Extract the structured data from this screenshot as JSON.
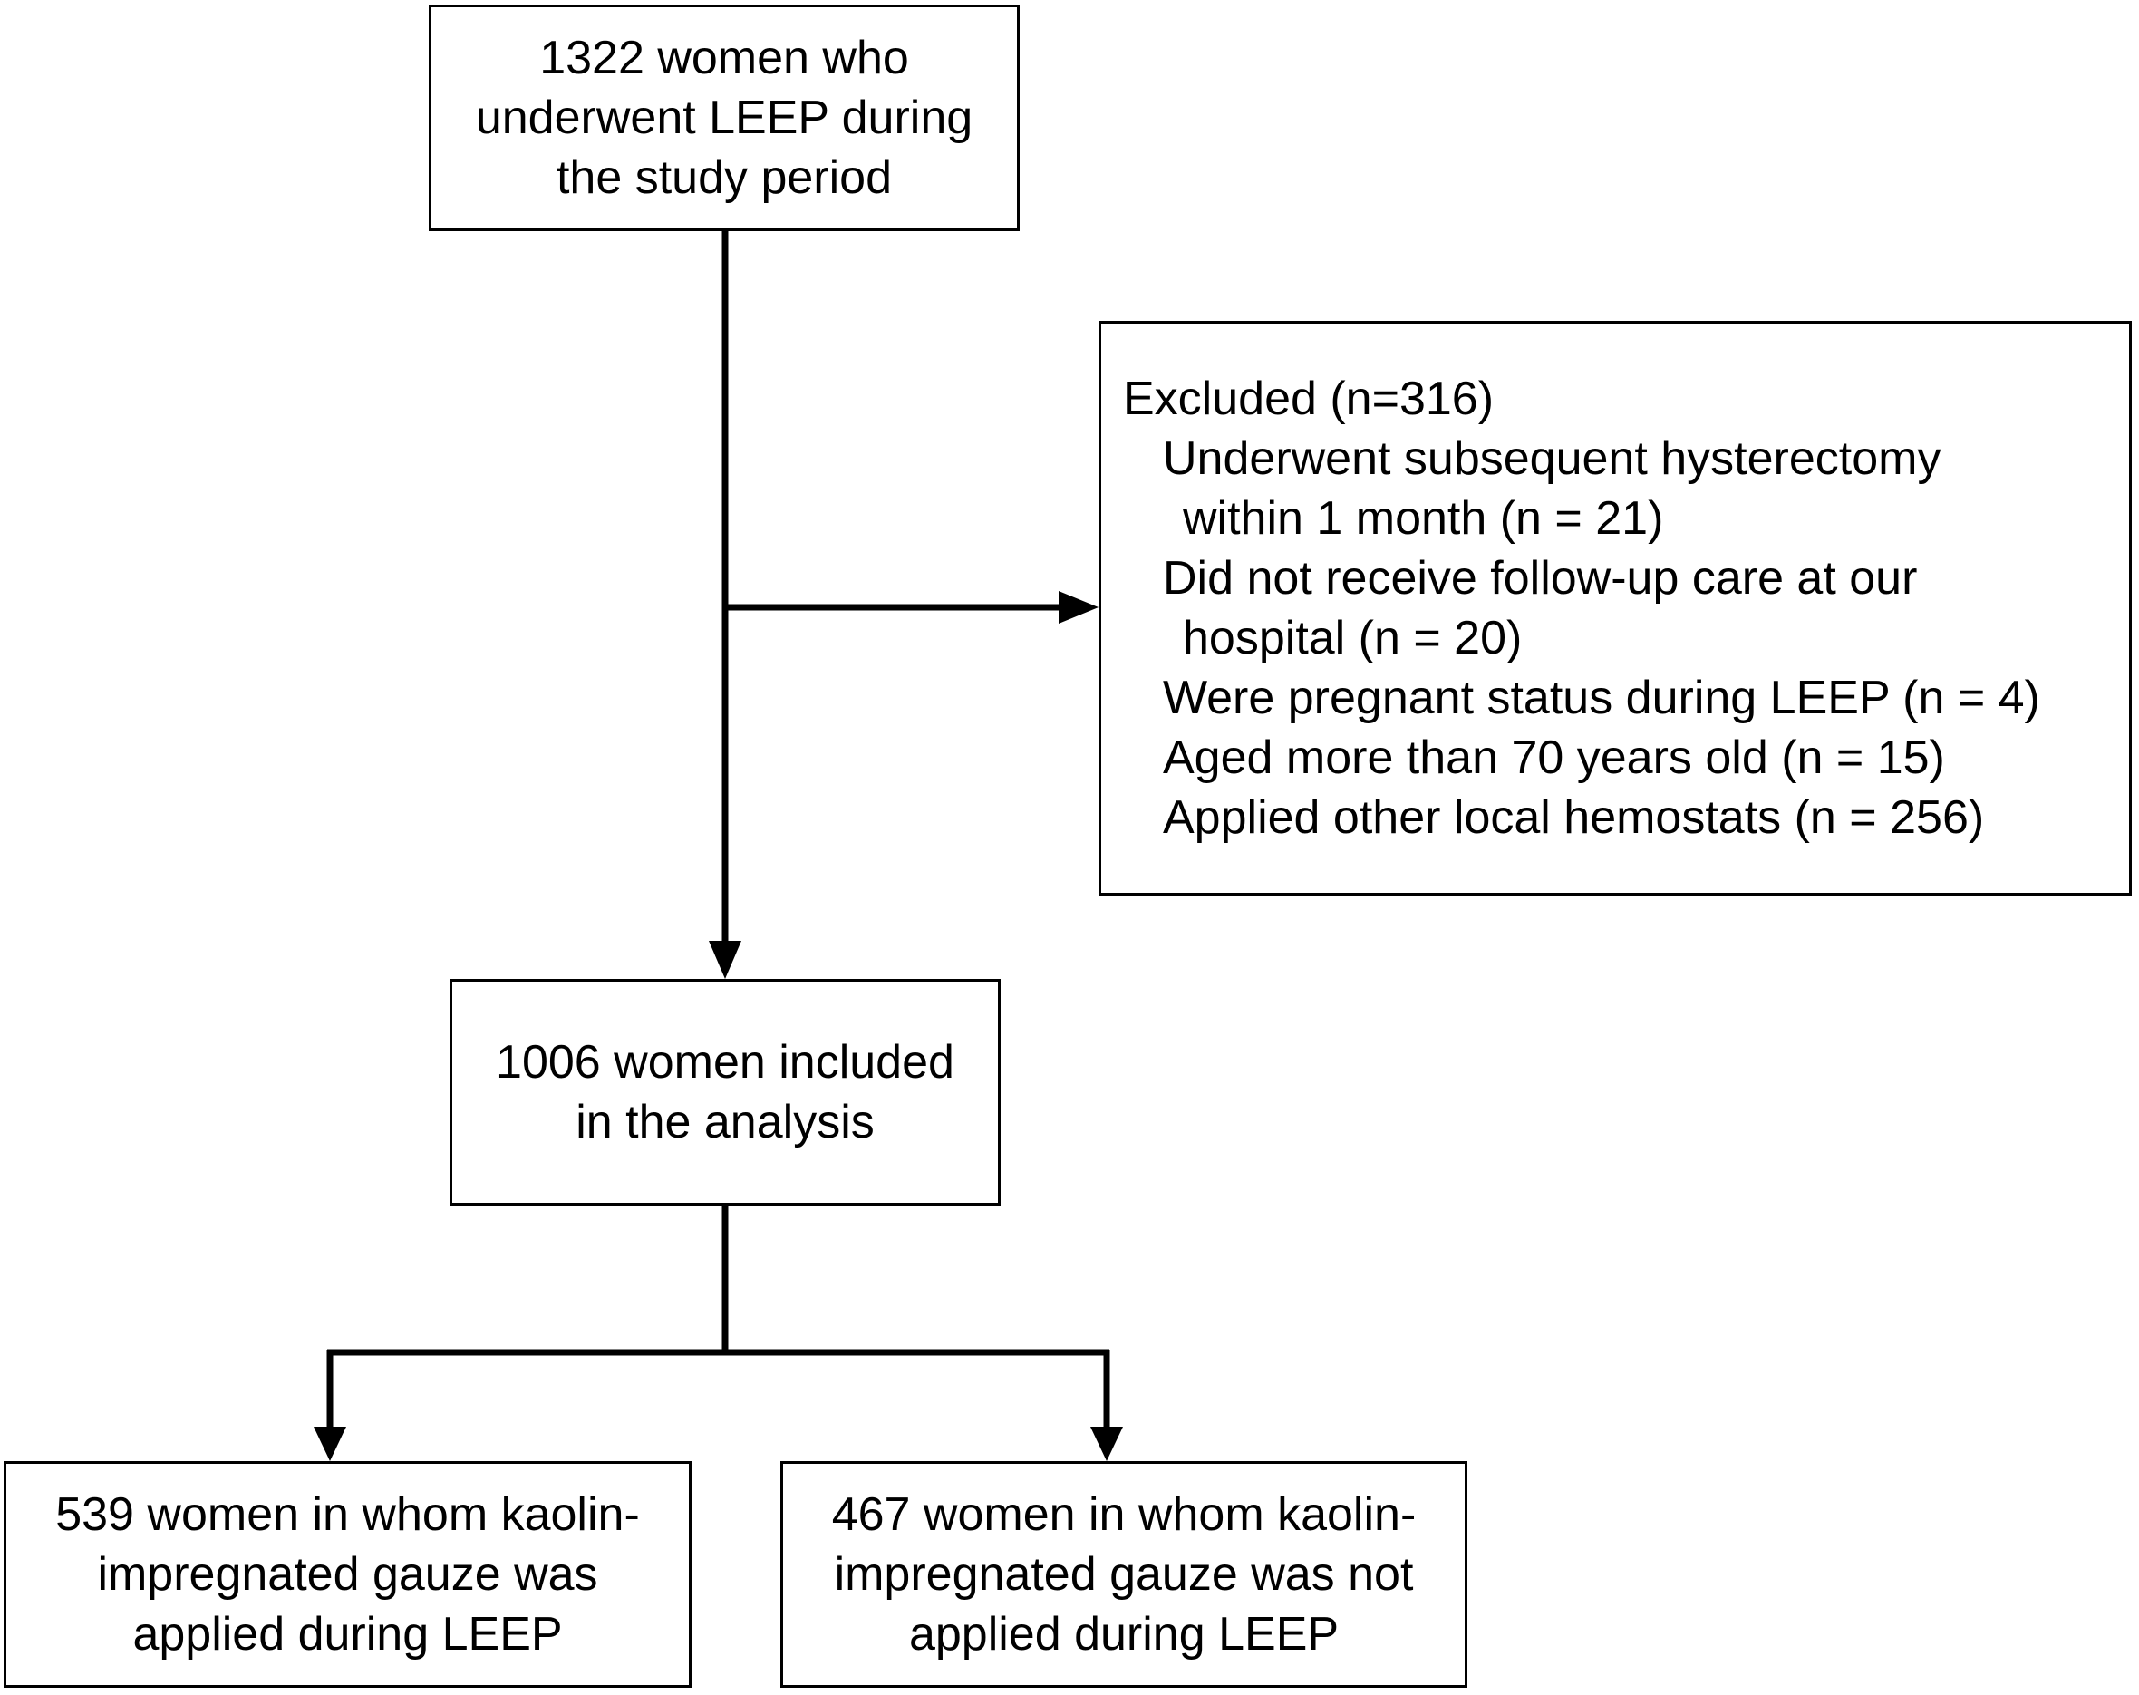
{
  "flowchart": {
    "enrolled": {
      "lines": [
        "1322 women who",
        "underwent LEEP during",
        "the study period"
      ]
    },
    "excluded": {
      "title": "Excluded (n=316)",
      "items": [
        {
          "lines": [
            "Underwent subsequent hysterectomy",
            "within 1 month (n = 21)"
          ]
        },
        {
          "lines": [
            "Did not receive follow-up care at our",
            "hospital (n = 20)"
          ]
        },
        {
          "lines": [
            "Were pregnant status during LEEP (n = 4)"
          ]
        },
        {
          "lines": [
            "Aged more than 70 years old  (n = 15)"
          ]
        },
        {
          "lines": [
            "Applied other local hemostats (n = 256)"
          ]
        }
      ]
    },
    "included": {
      "lines": [
        "1006 women included",
        "in the analysis"
      ]
    },
    "group_applied": {
      "lines": [
        "539 women in whom kaolin-",
        "impregnated gauze was",
        "applied during LEEP"
      ]
    },
    "group_not_applied": {
      "lines": [
        "467 women in whom kaolin-",
        "impregnated gauze was not",
        "applied during LEEP"
      ]
    }
  }
}
